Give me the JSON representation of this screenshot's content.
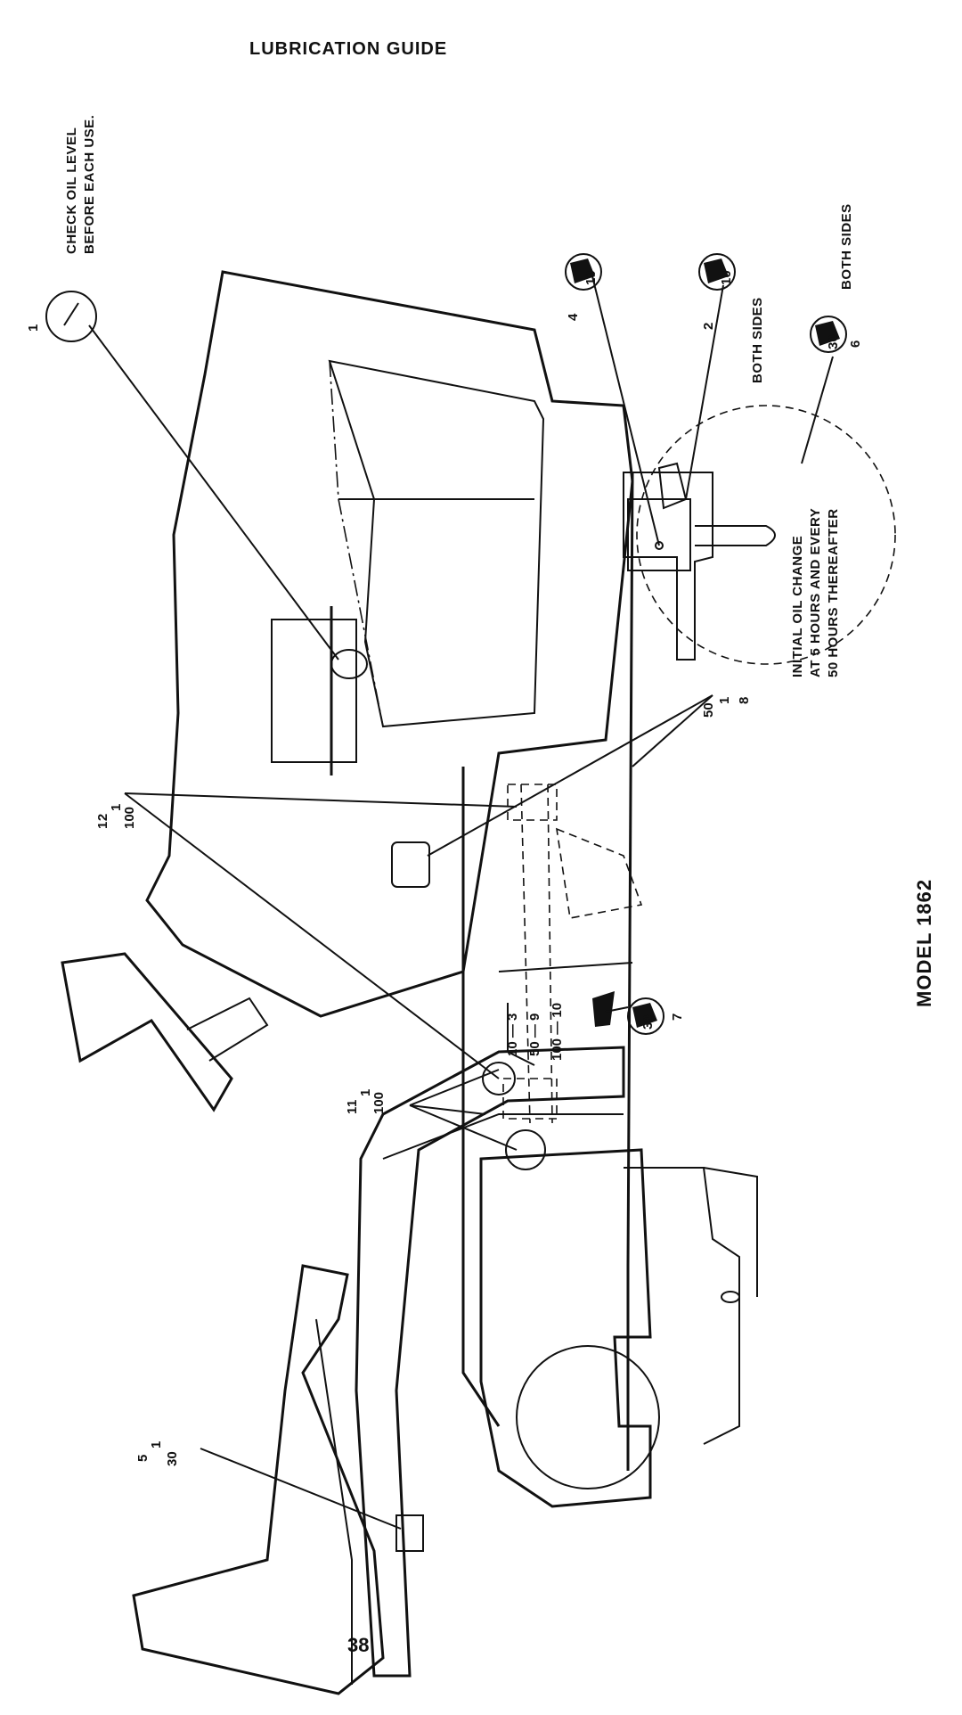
{
  "header": {
    "title": "LUBRICATION GUIDE"
  },
  "footer": {
    "page_number": "38"
  },
  "diagram": {
    "model": "MODEL 1862",
    "callouts": {
      "c1": {
        "num": "1",
        "note_line1": "CHECK OIL LEVEL",
        "note_line2": "BEFORE EACH USE."
      },
      "c2": {
        "num": "2",
        "code": "10"
      },
      "c4": {
        "num": "4",
        "code": "10"
      },
      "c6": {
        "num": "6",
        "code": "30"
      },
      "c7": {
        "num": "7",
        "code": "30"
      },
      "both_sides_a": "BOTH SIDES",
      "both_sides_b": "BOTH SIDES",
      "c8": {
        "code": "50",
        "n1": "1",
        "n2": "8"
      },
      "c12": {
        "num": "12",
        "n1": "1",
        "code": "100"
      },
      "c11": {
        "num": "11",
        "n1": "1",
        "code": "100"
      },
      "c5": {
        "num": "5",
        "n1": "1",
        "code": "30"
      },
      "interval_3": "10 — 3",
      "interval_9": "50 — 9",
      "interval_10": "100 — 10",
      "oil_change_1": "INITIAL OIL CHANGE",
      "oil_change_2": "AT 5 HOURS AND EVERY",
      "oil_change_3": "50 HOURS THEREAFTER"
    }
  }
}
